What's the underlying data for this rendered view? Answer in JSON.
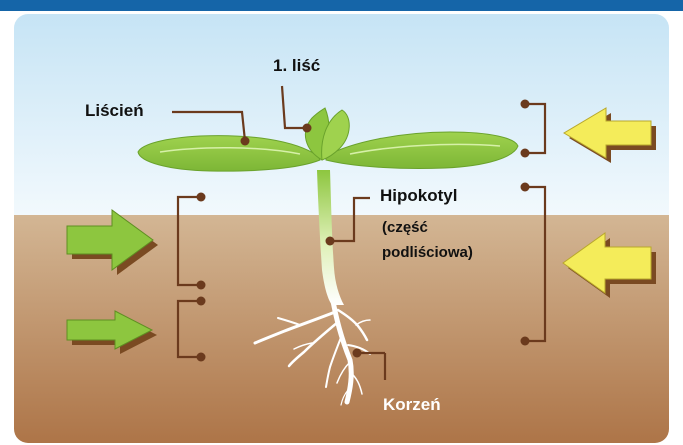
{
  "labels": {
    "leaf1": "1. liść",
    "cotyledon": "Liścień",
    "hypocotyl": "Hipokotyl",
    "hypocotyl_note_1": "(część",
    "hypocotyl_note_2": "podliściowa)",
    "root": "Korzeń"
  },
  "colors": {
    "sky_top": "#c6e4f5",
    "sky_bottom": "#f2f9fd",
    "soil_top": "#d3b694",
    "soil_bottom": "#ad7447",
    "top_bar": "#1565a8",
    "leaf": "#8dc63f",
    "leaf_dark": "#6aa22c",
    "bracket": "#6b3a1d",
    "green_arrow": "#8dc63f",
    "yellow_arrow": "#f4ec5a",
    "arrow_shadow": "#7a4a22"
  },
  "icons": [
    "green-arrow-icon",
    "yellow-arrow-icon"
  ]
}
